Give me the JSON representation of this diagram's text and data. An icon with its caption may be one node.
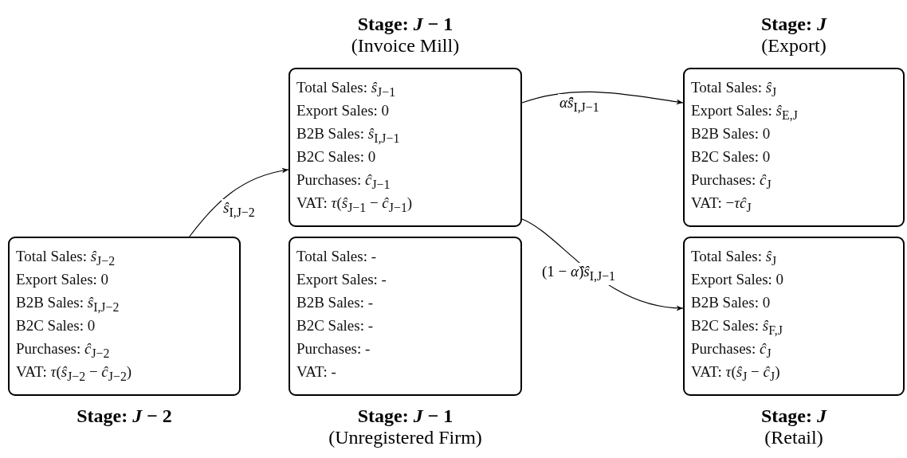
{
  "diagram": {
    "nodes": [
      {
        "text": [
          "Stage: *J* − 1",
          "(Invoice Mill)",
          "Total Sales: *ŝ*$_{J−1}$",
          "Export Sales: 0",
          "B2B Sales: *ŝ*$_{I,J−1}$",
          "B2C Sales: 0",
          "Purchases: *ĉ*$_{J−1}$",
          "VAT: *τ*(*ŝ*$_{J−1}$ − *ĉ*$_{J−1}$)"
        ]
      },
      {
        "text": [
          "Stage: *J*",
          "(Export)",
          "Total Sales: *ŝ*$_{J}$",
          "Export Sales: *ŝ*$_{E,J}$",
          "B2B Sales: 0",
          "B2C Sales: 0",
          "Purchases: *ĉ*$_{J}$",
          "VAT: −*τĉ*$_{J}$"
        ]
      },
      {
        "text": [
          "Total Sales: *ŝ*$_{J−2}$",
          "Export Sales: 0",
          "B2B Sales: *ŝ*$_{I,J−2}$",
          "B2C Sales: 0",
          "Purchases: *ĉ*$_{J−2}$",
          "VAT: *τ*(*ŝ*$_{J−2}$ − *ĉ*$_{J−2}$)",
          "Stage: *J* − 2"
        ]
      },
      {
        "text": [
          "Total Sales: -",
          "Export Sales: -",
          "B2B Sales: -",
          "B2C Sales: -",
          "Purchases: -",
          "VAT: -",
          "Stage: *J* − 1",
          "(Unregistered Firm)"
        ]
      },
      {
        "text": [
          "Total Sales: *ŝ*$_{J}$",
          "Export Sales: 0",
          "B2B Sales: 0",
          "B2C Sales: *ŝ*$_{F,J}$",
          "Purchases: *ĉ*$_{J}$",
          "VAT: *τ*(*ŝ*$_{J}$ − *ĉ*$_{J}$)",
          "Stage: *J*",
          "(Retail)"
        ]
      }
    ],
    "edges": [
      {
        "from": 2,
        "to": 0,
        "arrow": "to",
        "label": "*ŝ*$_{I,J−2}$"
      },
      {
        "from": 0,
        "to": 1,
        "arrow": "to",
        "label": "*α̂ŝ*$_{I,J−1}$"
      },
      {
        "from": 0,
        "to": 4,
        "arrow": "to",
        "label": "(1 − *α̂*)*ŝ*$_{I,J−1}$"
      }
    ]
  }
}
